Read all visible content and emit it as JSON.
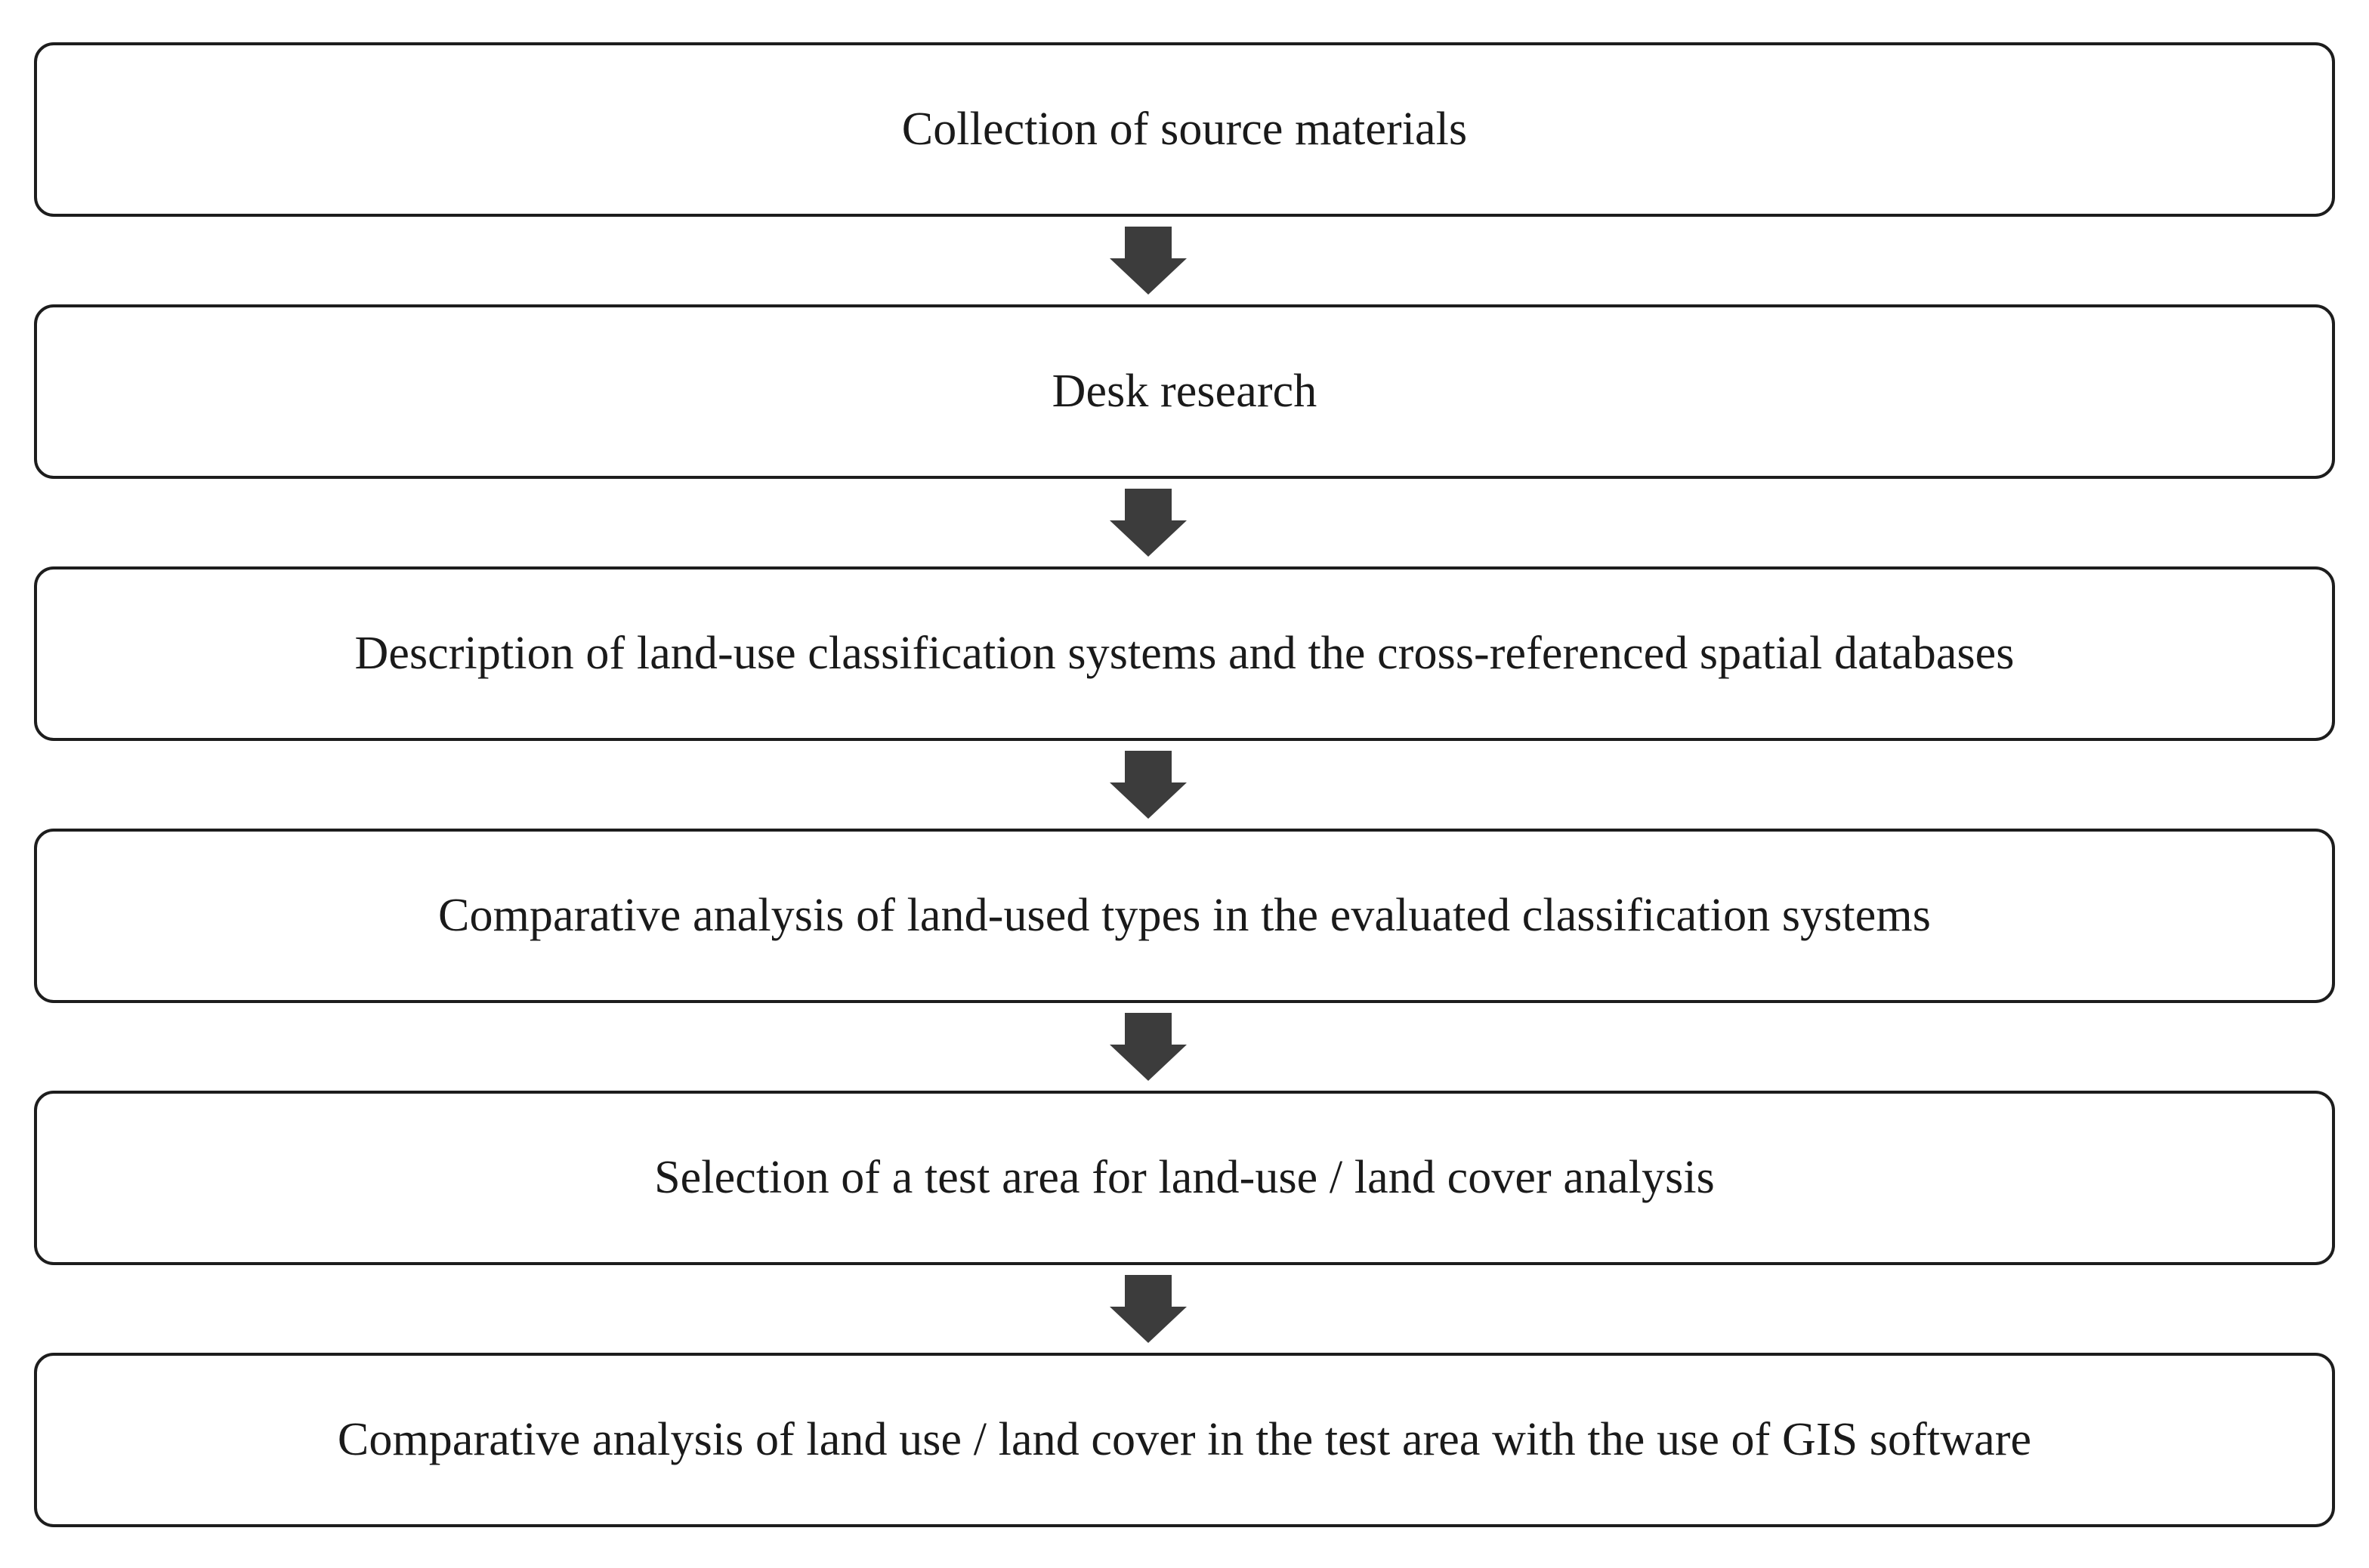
{
  "diagram": {
    "type": "flowchart",
    "orientation": "vertical",
    "title": "",
    "colors": {
      "background": "#ffffff",
      "node_border": "#1d1d1d",
      "node_fill": "#ffffff",
      "text": "#1a1a1a",
      "arrow": "#3c3c3c"
    },
    "nodes": [
      {
        "id": "n1",
        "label": "Collection of source materials"
      },
      {
        "id": "n2",
        "label": "Desk research"
      },
      {
        "id": "n3",
        "label": "Description of land-use classification systems and the cross-referenced spatial databases"
      },
      {
        "id": "n4",
        "label": "Comparative analysis of land-used types in the evaluated classification systems"
      },
      {
        "id": "n5",
        "label": "Selection of a test area for land-use / land cover analysis"
      },
      {
        "id": "n6",
        "label": "Comparative analysis of land use / land cover in the test area with the use of GIS software"
      }
    ],
    "connectors": [
      {
        "id": "a1",
        "from": "n1",
        "to": "n2",
        "icon": "arrow-down-icon",
        "label": ""
      },
      {
        "id": "a2",
        "from": "n2",
        "to": "n3",
        "icon": "arrow-down-icon",
        "label": ""
      },
      {
        "id": "a3",
        "from": "n3",
        "to": "n4",
        "icon": "arrow-down-icon",
        "label": ""
      },
      {
        "id": "a4",
        "from": "n4",
        "to": "n5",
        "icon": "arrow-down-icon",
        "label": ""
      },
      {
        "id": "a5",
        "from": "n5",
        "to": "n6",
        "icon": "arrow-down-icon",
        "label": ""
      }
    ]
  }
}
